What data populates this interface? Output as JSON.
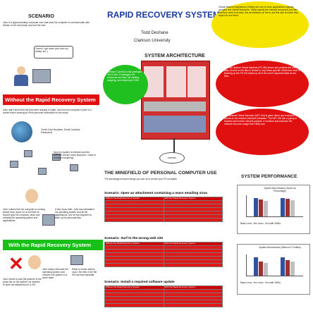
{
  "header": {
    "title": "RAPID RECOVERY SYSTEM",
    "author": "Todd Deshane",
    "affiliation": "Clarkson University"
  },
  "scenario": {
    "heading": "SCENARIO",
    "text": "John is a typical desktop computer user that uses his computer to communicate with friends on IM and email, and surf the web.",
    "bubble": "Ooooh! I got some pics from my buddy Joe :)"
  },
  "without": {
    "heading": "Without the Rapid Recovery System",
    "text": "John didn't know that the pics were actually a trojan, and now his computer is part of a botnet that is sharing all of his personal information to the world.",
    "caption1": "Credit Card Numbers, Email Contacts, Passwords",
    "caption2": "Now my system is infected and the software doesn't work anymore, I have to reinstall everything!",
    "caption3": "John notices that his computer is running slower than usual; he is told that he should wipe his computer clean and reinstall the operating system and applications.",
    "caption4": "A few hours later, John has reinstalled his operating system and all his applications, but he has forgotten to back up his personal files."
  },
  "with": {
    "heading": "With the Rapid Recovery System",
    "caption1": "John needs to load the pictures in the photo file on the system; he decides to open the attachment in a VM.",
    "caption2": "John easily rolls back the operating system and restores the system to a clean state.",
    "caption3": "Either to those actions occur, the files in the file VM are kept separate."
  },
  "top_right_note": "Virtual Machine Appliances (VMAs) are one or more applications logically grouped into Virtual Machines. VMAs specify the network resources and files that they need to access, the permissions on them, and the rate at which they expect to use them.",
  "architecture": {
    "heading": "SYSTEM ARCHITECTURE",
    "left_note": "Domain 0 (dom0) is the privileged VM in Xen. It manages VM resources and also the starting, stopping, and restoring of VMs.",
    "right_note1": "The File System Virtual Machine (FS-VM) stores and protects the user's data. Access to the files is limited to only those specific VMAs that need it. Backing up the FS-VM backs up all of the user's important data at one time.",
    "right_note2": "The Network Virtual Machine (NET-VM) is given direct and exclusive access to the network interface hardware. The NET-VM has a policy to forward and receive network packets. It monitors and enforces the network resource usage that VMAs use.",
    "internet_label": "Internet"
  },
  "minefield": {
    "heading": "THE MINEFIELD OF PERSONAL COMPUTER USE",
    "subheading": "The seemingly innocent things you can do to render your PC unusable",
    "scenarios": [
      {
        "title": "Scenario: Open an attachment containing a mass emailing virus",
        "col_without": "Without the Rapid Recovery System",
        "col_with": "With the Rapid Recovery System"
      },
      {
        "title": "Scenario: Surf to the wrong web site",
        "col_without": "Without the Rapid Recovery System",
        "col_with": "With the Rapid Recovery System"
      },
      {
        "title": "Scenario: Install a required software update",
        "col_without": "Without the Rapid Recovery System",
        "col_with": "With the Rapid Recovery System"
      }
    ]
  },
  "performance": {
    "heading": "SYSTEM PERFORMANCE",
    "chart1_title": "System Benchmarks (Score as Percentage)",
    "chart2_title": "System Benchmarks (Without X Profiles)",
    "legend": [
      "Base Linux",
      "Xen Linux",
      "Xen with VMAs"
    ]
  },
  "colors": {
    "red": "#e01010",
    "green": "#18c018",
    "yellow": "#f5e400",
    "title_blue": "#1a3aa0"
  }
}
